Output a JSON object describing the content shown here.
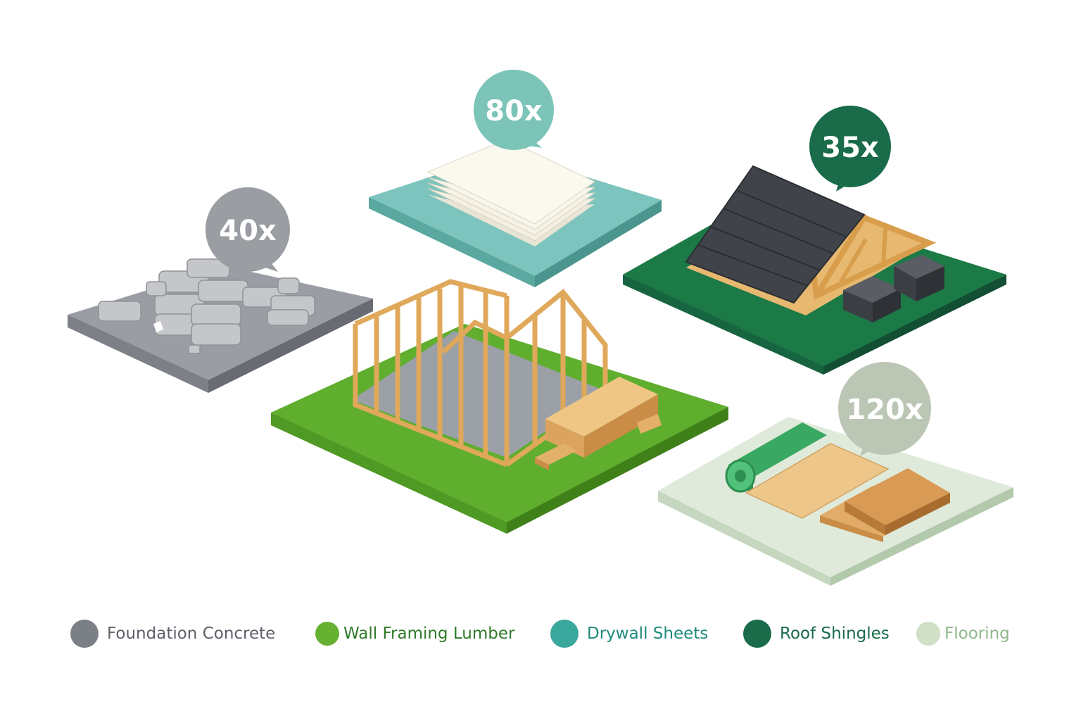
{
  "materials": [
    {
      "id": "foundation",
      "name": "Foundation Concrete",
      "quantity": "40x",
      "color": "#7b7f86",
      "label_color": "#5c6068"
    },
    {
      "id": "framing",
      "name": "Wall Framing Lumber",
      "quantity": "",
      "color": "#66b032",
      "label_color": "#2f7a2a"
    },
    {
      "id": "drywall",
      "name": "Drywall Sheets",
      "quantity": "80x",
      "color": "#3aa79c",
      "label_color": "#1f8a7a"
    },
    {
      "id": "roofing",
      "name": "Roof Shingles",
      "quantity": "35x",
      "color": "#1a6b4a",
      "label_color": "#1a6b4a"
    },
    {
      "id": "flooring",
      "name": "Flooring",
      "quantity": "120x",
      "color": "#cfe0c6",
      "label_color": "#8fb88a"
    }
  ],
  "badges": {
    "foundation": "40x",
    "drywall": "80x",
    "roofing": "35x",
    "flooring": "120x"
  },
  "badge_colors": {
    "foundation": "#9a9da2",
    "drywall": "#7cc4b8",
    "roofing": "#1a6b4a",
    "flooring": "#bcc6b4"
  },
  "legend": [
    {
      "label": "Foundation Concrete",
      "color": "#7b7f86",
      "text_color": "#5c6068"
    },
    {
      "label": "Wall Framing Lumber",
      "color": "#66b032",
      "text_color": "#2f7a2a"
    },
    {
      "label": "Drywall Sheets",
      "color": "#3aa79c",
      "text_color": "#1f8a7a"
    },
    {
      "label": "Roof Shingles",
      "color": "#1a6b4a",
      "text_color": "#1a6b4a"
    },
    {
      "label": "Flooring",
      "color": "#cfe0c6",
      "text_color": "#8fb88a"
    }
  ]
}
